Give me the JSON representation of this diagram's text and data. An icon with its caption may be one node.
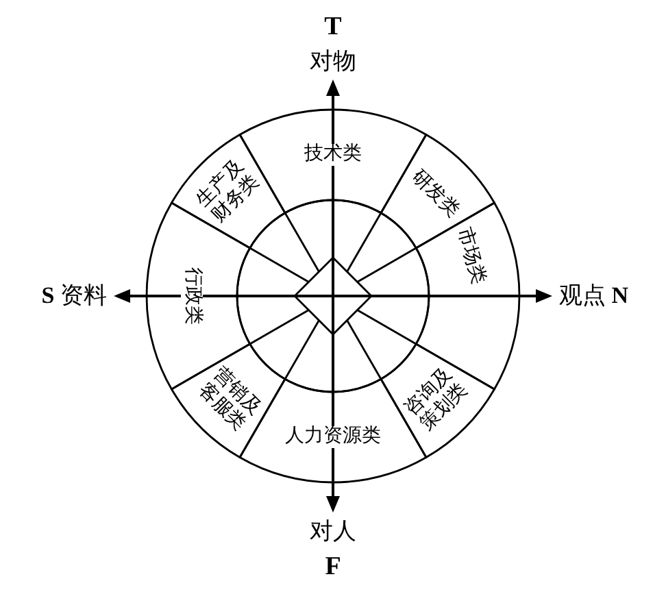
{
  "diagram": {
    "nodes": [
      {
        "text": [
          "技术类"
        ]
      },
      {
        "text": [
          "研发类"
        ]
      },
      {
        "text": [
          "市场类"
        ]
      },
      {
        "text": [
          "咨询及策划类"
        ]
      },
      {
        "text": [
          "人力资源类"
        ]
      },
      {
        "text": [
          "营销及客服类"
        ]
      },
      {
        "text": [
          "行政类"
        ]
      },
      {
        "text": [
          "生产及财务类"
        ]
      }
    ],
    "labels": [
      "T",
      "对物",
      "**S** 资料",
      "观点 **N**",
      "对人",
      "F"
    ]
  }
}
